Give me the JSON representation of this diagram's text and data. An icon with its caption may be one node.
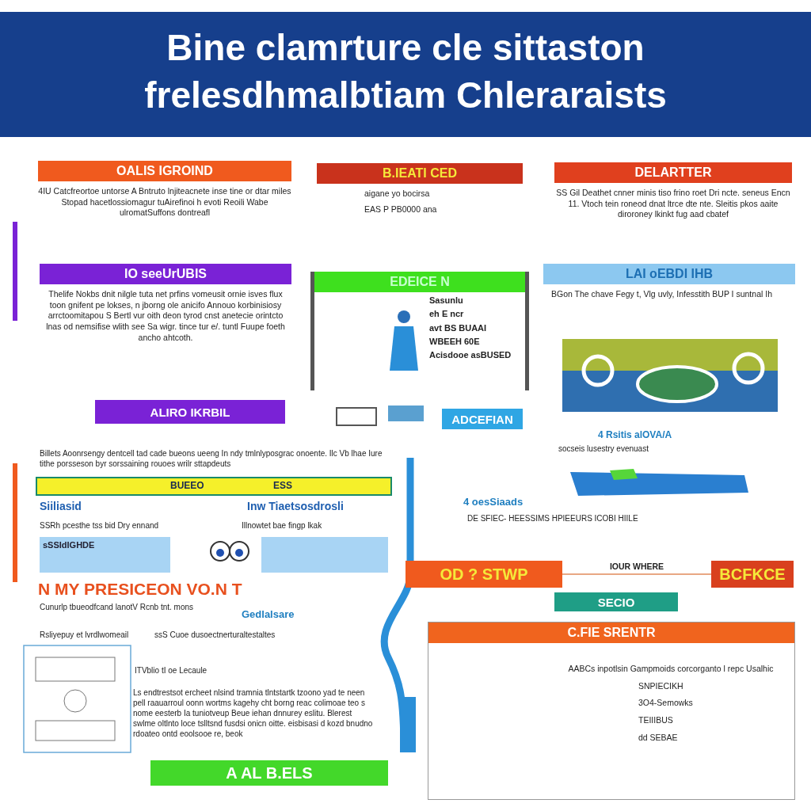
{
  "diagram": {
    "title": "Bine clamrture cle sittaston frelesdhmalbtiam Chleraraists",
    "nodes": [
      {
        "text": [
          "OALIS IGROIND",
          "4IU Catcfreortoe untorse A Bntruto lnjiteacnete inse tine or dtar miles Stopad hacetlossiomagur tuAirefinoi h evoti Reoili Wabe ulromatSuffons dontreafl"
        ]
      },
      {
        "text": [
          "IO seeUrUBIS",
          "Thelife Nokbs dnit nilgle tuta net prfins vomeusit ornie isves flux toon gnifent pe lokses, n jborng ole anicifo Annouo korbinisiosy arrctoomitapou S Bertl vur oith deon tyrod cnst anetecie orintcto lnas od nemsifise wlith see Sa wigr. tince tur e/. tuntl Fuupe foeth ancho ahtcoth."
        ]
      },
      {
        "text": [
          "ALIRO IKRBIL"
        ]
      },
      {
        "text": [
          "B.IEATI CED",
          "aigane yo bocirsa",
          "EAS P PB0000 ana"
        ]
      },
      {
        "text": [
          "DELARTTER",
          "SS Gil Deathet cnner minis tiso frino roet Dri ncte. seneus Encn 11. Vtoch tein roneod dnat ltrce dte nte. Sleitis pkos aaite diroroney lkinkt fug aad cbatef"
        ]
      },
      {
        "text": [
          "EDEICE N",
          "Sasunlu",
          "eh E ncr",
          "avt BS BUAAI",
          "WBEEH 60E",
          "Acisdooe asBUSED"
        ]
      },
      {
        "text": [
          "ADCEFIAN"
        ]
      },
      {
        "text": [
          "LAI oEBDI IHB",
          "BGon The chave Fegy t, Vlg uvly, Infesstith BUP I suntnal Ih"
        ]
      },
      {
        "text": [
          "OD ? STWP"
        ]
      },
      {
        "text": [
          "BCFKCE"
        ]
      },
      {
        "text": [
          "SECIO"
        ]
      },
      {
        "text": [
          "C.FIE SRENTR",
          "AABCs inpotlsin Gampmoids corcorganto l repc Usalhic",
          "SNPIECIKH",
          "3O4-Semowks",
          "TEIIIBUS",
          "dd SEBAE"
        ]
      },
      {
        "text": [
          "A AL B.ELS"
        ]
      },
      {
        "text": [
          "BUEEO",
          "ESS"
        ]
      },
      {
        "text": [
          "sSSIdIGHDE"
        ]
      },
      {
        "text": [],
        "shape": "box"
      }
    ],
    "edges": [
      {
        "from": 8,
        "to": 9,
        "arrow": "none",
        "label": "IOUR WHERE"
      }
    ],
    "labels": [
      "Billets Aoonrsengy dentcell tad cade bueons ueeng In ndy tmlnlyposgrac onoente. Ilc Vb lhae Iure tithe porsseson byr sorssaining rouoes wrilr sttapdeuts",
      "Siiliasid",
      "Inw Tiaetsosdrosli",
      "SSRh pcesthe tss bid Dry ennand",
      "Illnowtet bae fingp lkak",
      "N MY PRESICEON VO.N T",
      "Cunurlp tbueodfcand lanotV Rcnb tnt. mons",
      "Gedlalsare",
      "Rsliyepuy et lvrdlwomeail",
      "ssS Cuoe dusoectnerturaltestaltes",
      "ITVblio tI oe Lecaule",
      "Ls endtrestsot ercheet nlsind tramnia tlntstartk tzoono yad te neen pell raauarroul oonn wortms kagehy cht borng reac colimoae teo s nome eesterb Ia tuniotveup Beue iehan dnnurey eslitu. Blerest swlme oltlnto loce tslltsnd fusdsi onicn oitte. eisbisasi d kozd bnudno rdoateo ontd eoolsooe re, beok",
      "4 Rsitis alOVA/A",
      "socseis lusestry evenuast",
      "4 oesSiaads",
      "DE SFIEC- HEESSIMS HPIEEURS ICOBI HIILE"
    ]
  }
}
